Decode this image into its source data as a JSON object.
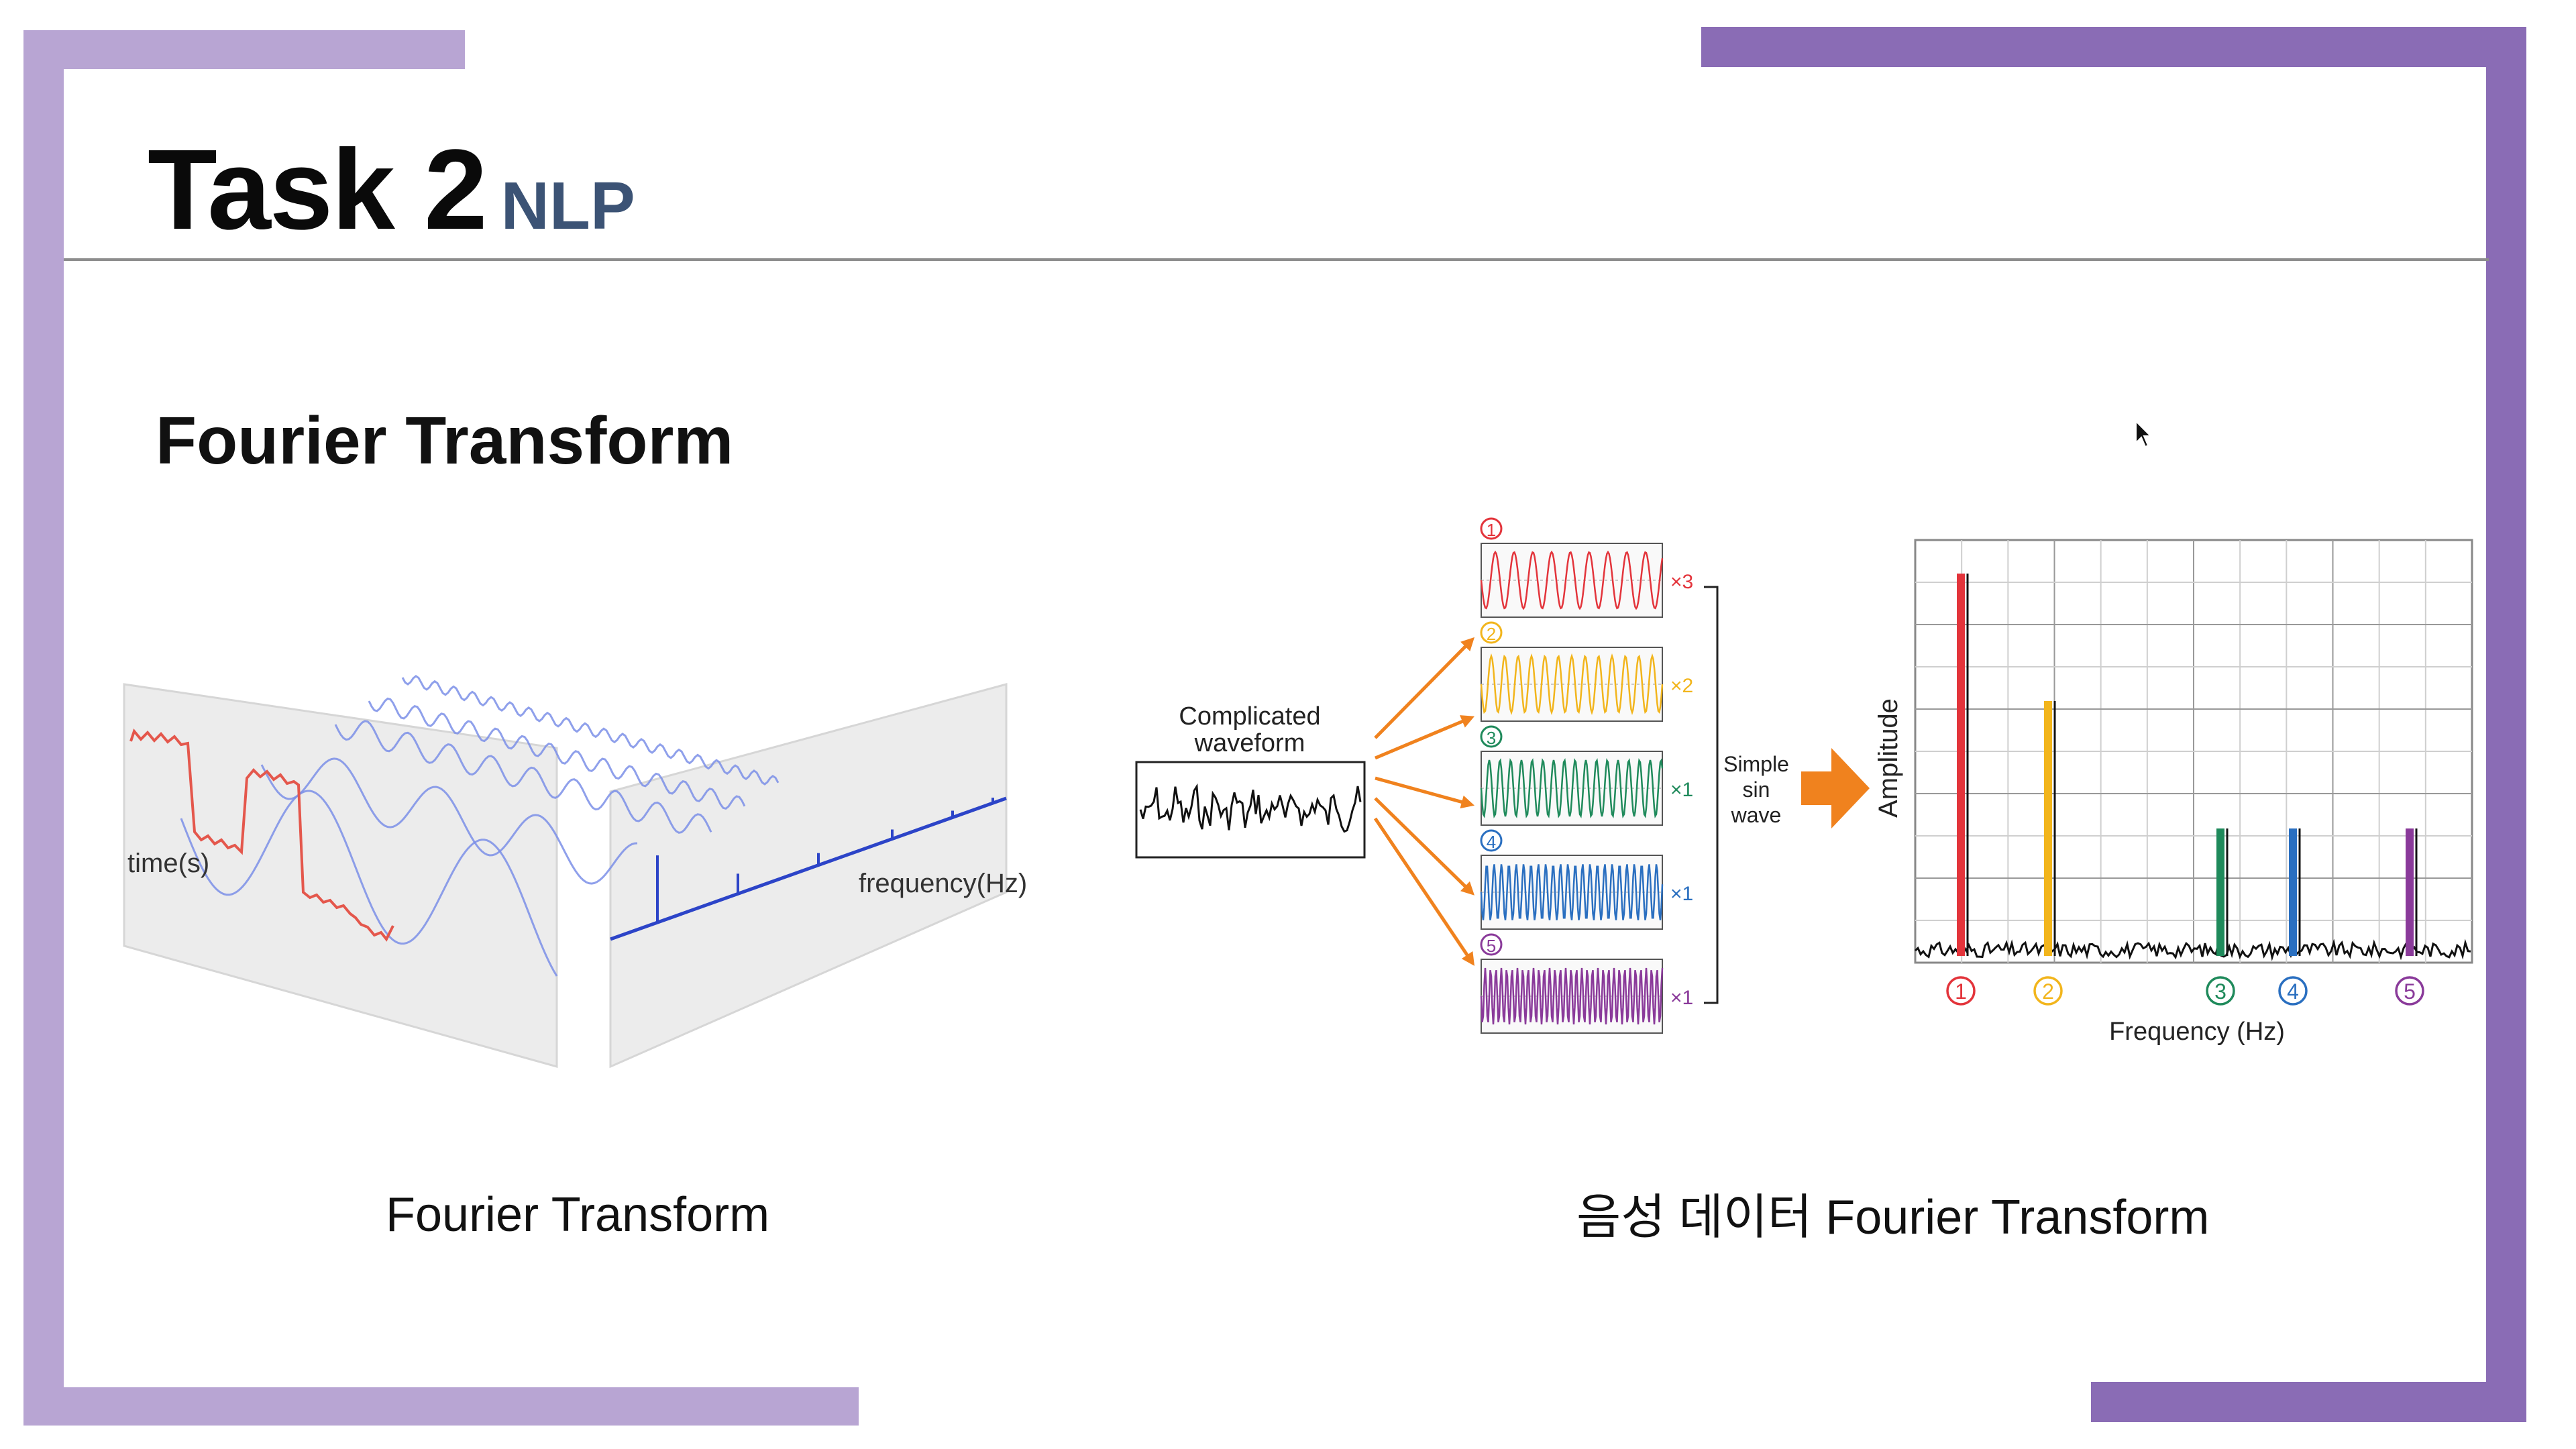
{
  "slide": {
    "title": "Task 2",
    "subtitle": "NLP",
    "section_heading": "Fourier Transform"
  },
  "left_figure": {
    "time_label": "time(s)",
    "frequency_label": "frequency(Hz)",
    "caption": "Fourier Transform"
  },
  "right_figure": {
    "input_label_line1": "Complicated",
    "input_label_line2": "waveform",
    "components": [
      {
        "marker": "1",
        "multiplier": "×3",
        "color": "#e3343b"
      },
      {
        "marker": "2",
        "multiplier": "×2",
        "color": "#f2b51c"
      },
      {
        "marker": "3",
        "multiplier": "×1",
        "color": "#1f8a5b"
      },
      {
        "marker": "4",
        "multiplier": "×1",
        "color": "#2a6fc0"
      },
      {
        "marker": "5",
        "multiplier": "×1",
        "color": "#8a3a9a"
      }
    ],
    "sum_label_line1": "Simple",
    "sum_label_line2": "sin",
    "sum_label_line3": "wave",
    "amplitude_label": "Amplitude",
    "frequency_label": "Frequency (Hz)",
    "caption": "음성 데이터 Fourier Transform"
  },
  "colors": {
    "frame_light": "#b8a5d3",
    "frame_dark": "#8a6cb5",
    "subtitle": "#3c5375",
    "arrow_orange": "#f0821e"
  }
}
